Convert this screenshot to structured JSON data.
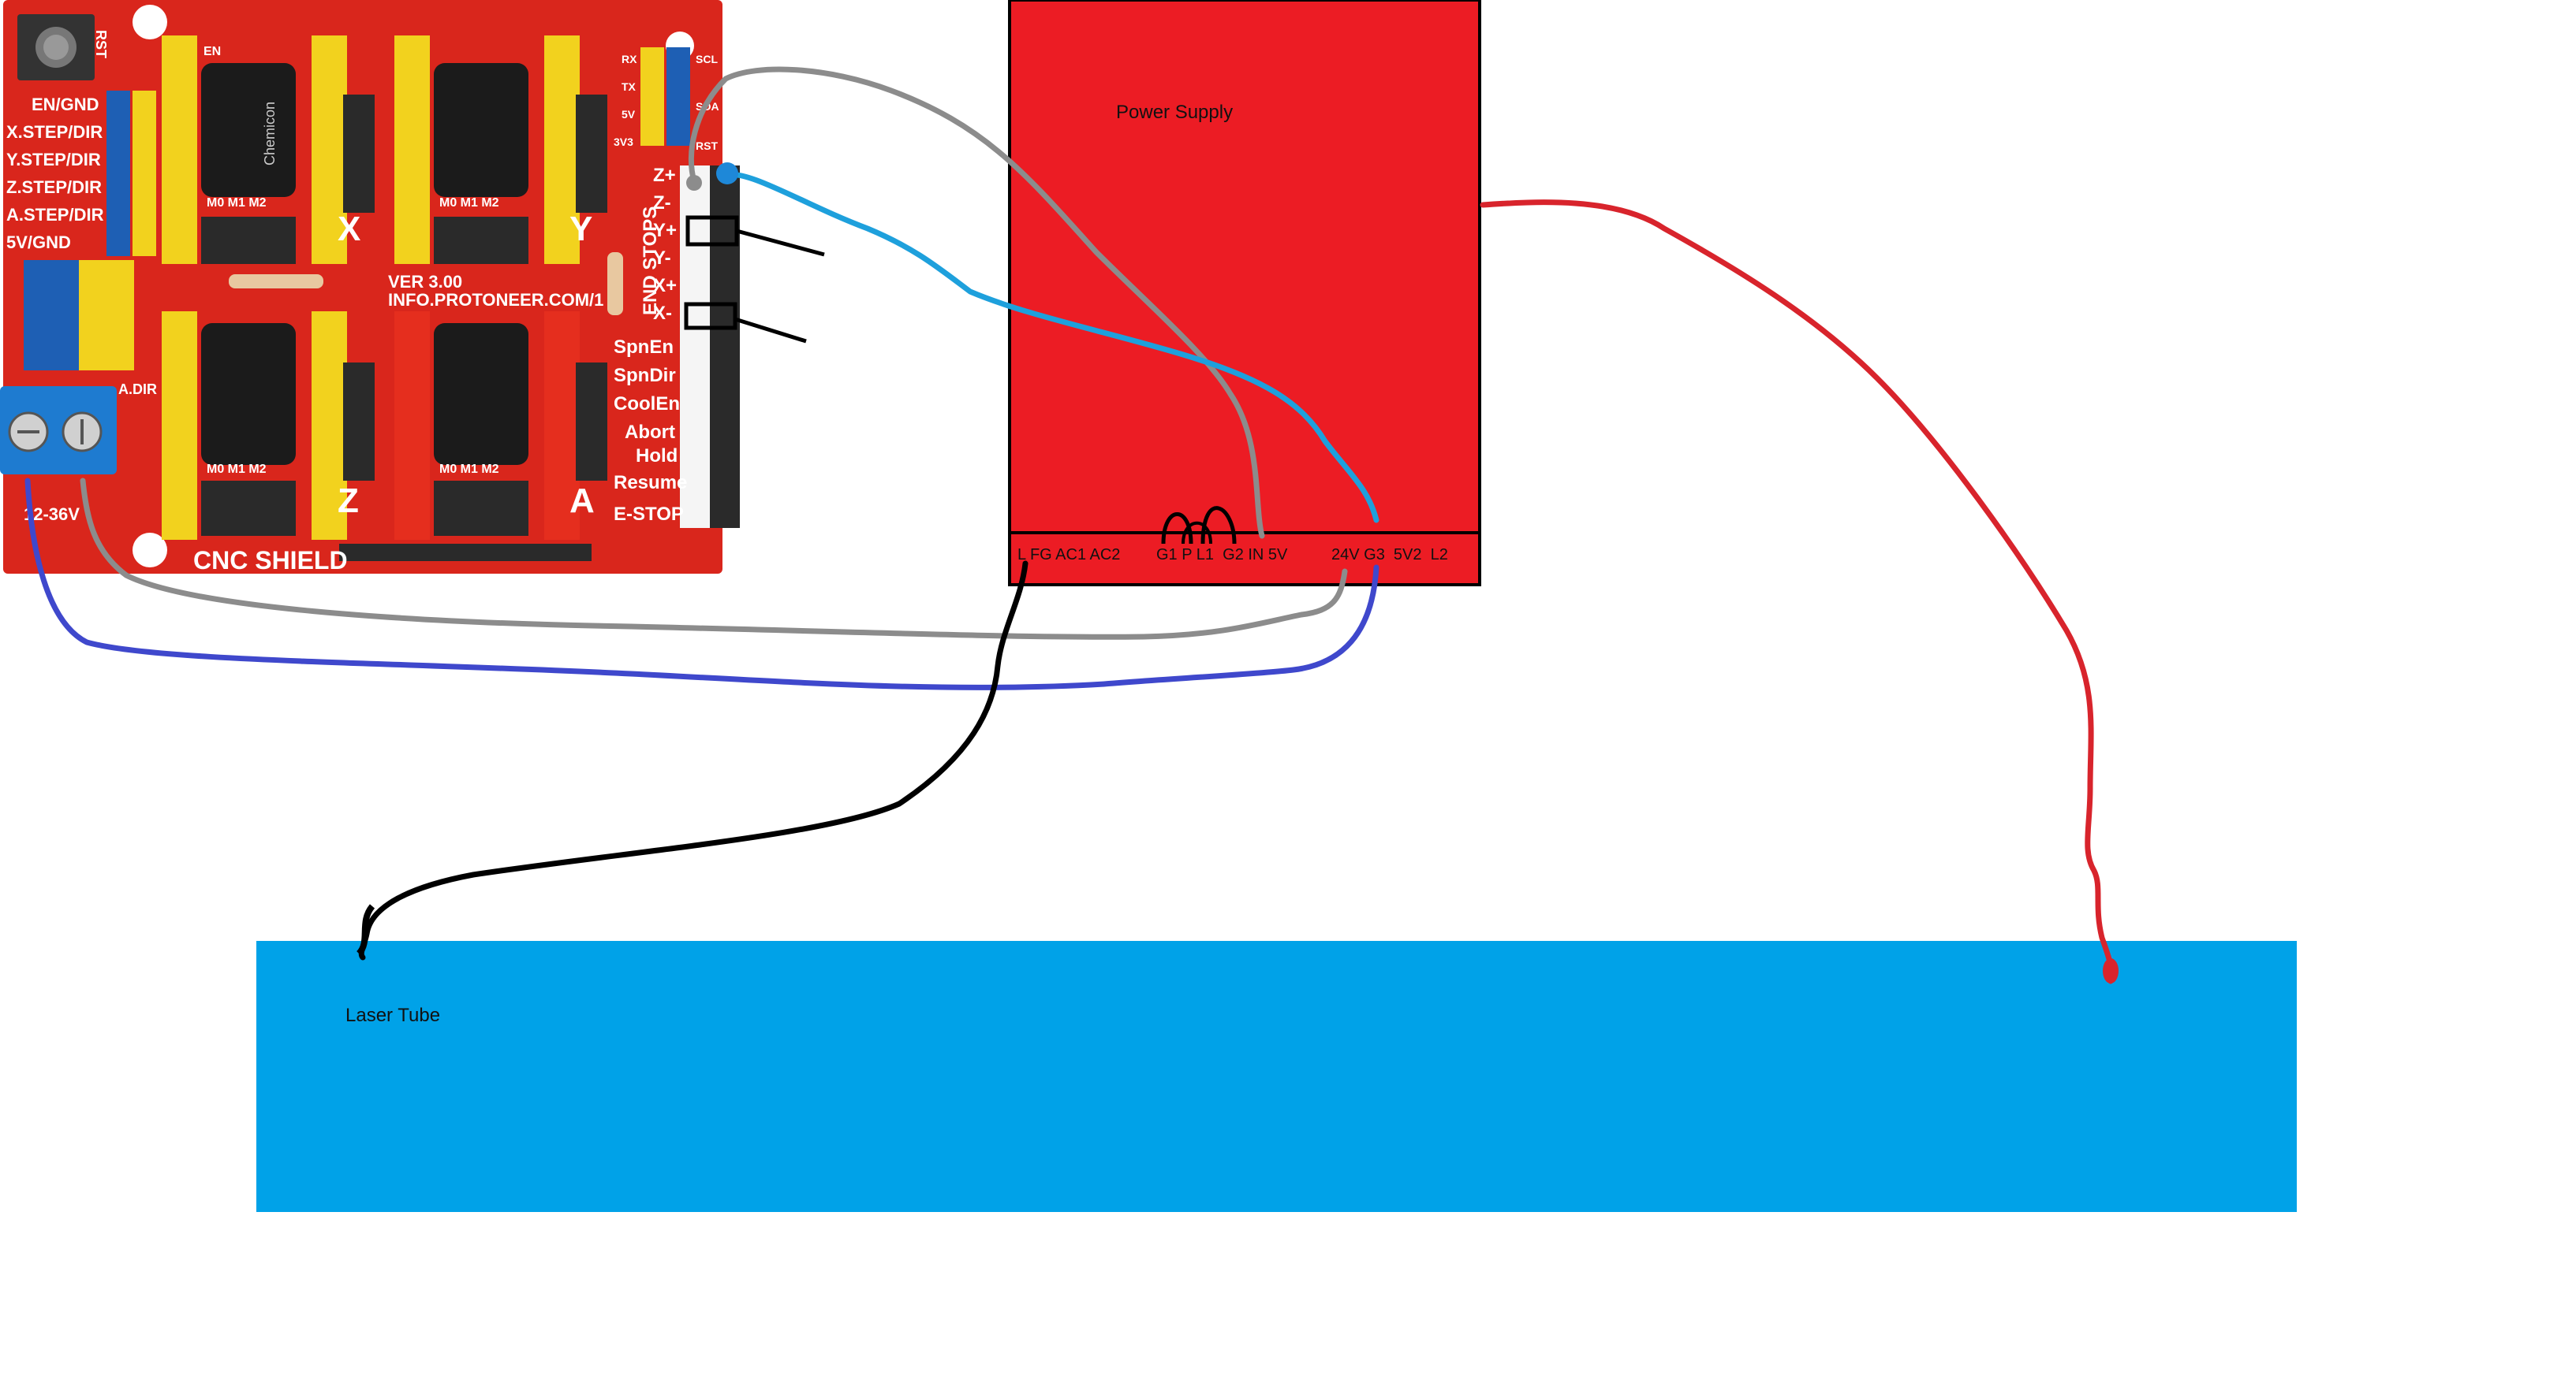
{
  "board": {
    "title": "CNC SHIELD",
    "version": "VER 3.00",
    "website": "INFO.PROTONEER.COM/1",
    "rst": "RST",
    "power_range": "12-36V",
    "left_labels": [
      "EN/GND",
      "X.STEP/DIR",
      "Y.STEP/DIR",
      "Z.STEP/DIR",
      "A.STEP/DIR",
      "5V/GND"
    ],
    "endstops": "END STOPS",
    "endstop_pins": [
      "Z+",
      "Z-",
      "Y+",
      "Y-",
      "X+",
      "X-"
    ],
    "control_pins": [
      "SpnEn",
      "SpnDir",
      "CoolEn",
      "Abort",
      "Hold",
      "Resume",
      "E-STOP"
    ],
    "axis_labels": [
      "X",
      "Y",
      "Z",
      "A"
    ],
    "driver_pins": "M0 M1 M2",
    "en_label": "EN",
    "cap_brand": "Chemicon",
    "adir": "A.DIR",
    "side_pins": [
      "RX",
      "TX",
      "5V",
      "3V3",
      "SCL",
      "SDA",
      "RST"
    ]
  },
  "power_supply": {
    "label": "Power Supply",
    "terminals_left": "L FG AC1 AC2",
    "terminals_mid": "G1 P L1  G2 IN 5V",
    "terminals_right": "24V G3  5V2  L2",
    "fill_color": "#ec1c24"
  },
  "laser_tube": {
    "label": "Laser Tube",
    "fill_color": "#00a2e8"
  },
  "wire_colors": {
    "gray": "#8c8c8c",
    "blue_light": "#1ea0dc",
    "blue_dark": "#3f48cc",
    "black": "#000000",
    "red": "#d8242c"
  }
}
